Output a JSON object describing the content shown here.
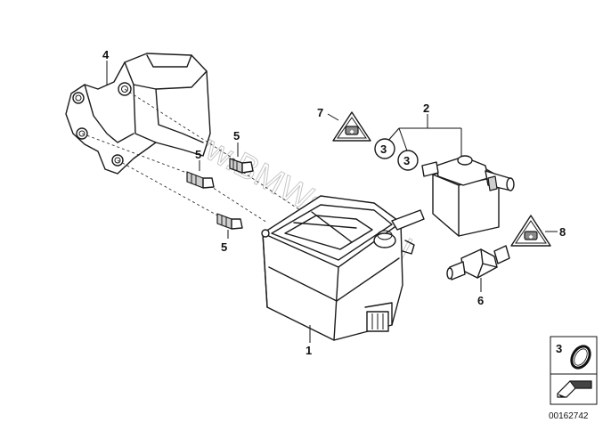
{
  "watermark": "www.BMWstore.pl",
  "callouts": {
    "p1": "1",
    "p2": "2",
    "p3a": "3",
    "p3b": "3",
    "p4": "4",
    "p5a": "5",
    "p5b": "5",
    "p5c": "5",
    "p6": "6",
    "p7": "7",
    "p8": "8"
  },
  "legend": {
    "item_number": "3"
  },
  "document_number": "00162742"
}
